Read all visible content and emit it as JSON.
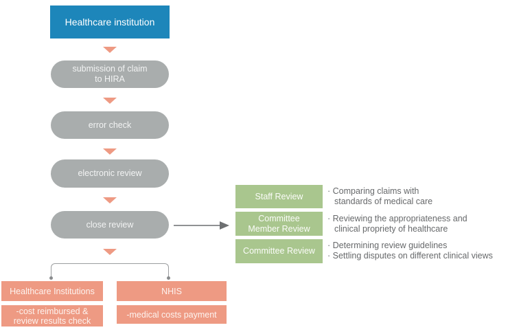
{
  "colors": {
    "source_blue": "#1d86ba",
    "step_gray": "#a9adad",
    "accent_salmon": "#ee9a83",
    "review_green": "#a9c68e",
    "connector_gray": "#8f9193",
    "note_text_gray": "#66686a"
  },
  "flow": {
    "source": {
      "label": "Healthcare institution"
    },
    "steps": [
      {
        "lines": [
          "submission of claim",
          "to HIRA"
        ]
      },
      {
        "lines": [
          "error check"
        ]
      },
      {
        "lines": [
          "electronic review"
        ]
      },
      {
        "lines": [
          "close review"
        ]
      }
    ]
  },
  "review_detail": {
    "boxes": [
      {
        "lines": [
          "Staff Review"
        ]
      },
      {
        "lines": [
          "Committee",
          "Member Review"
        ]
      },
      {
        "lines": [
          "Committee Review"
        ]
      }
    ],
    "notes": [
      {
        "lines": [
          "· Comparing claims with",
          "standards of medical care"
        ]
      },
      {
        "lines": [
          "· Reviewing the appropriateness and",
          "clinical propriety of healthcare"
        ]
      },
      {
        "lines": [
          "· Determining review guidelines",
          "· Settling disputes on different clinical views"
        ]
      }
    ]
  },
  "outcomes": {
    "left": {
      "title": "Healthcare Institutions",
      "lines": [
        "-cost reimbursed &",
        "review results check"
      ]
    },
    "right": {
      "title": "NHIS",
      "lines": [
        "-medical costs payment"
      ]
    }
  }
}
